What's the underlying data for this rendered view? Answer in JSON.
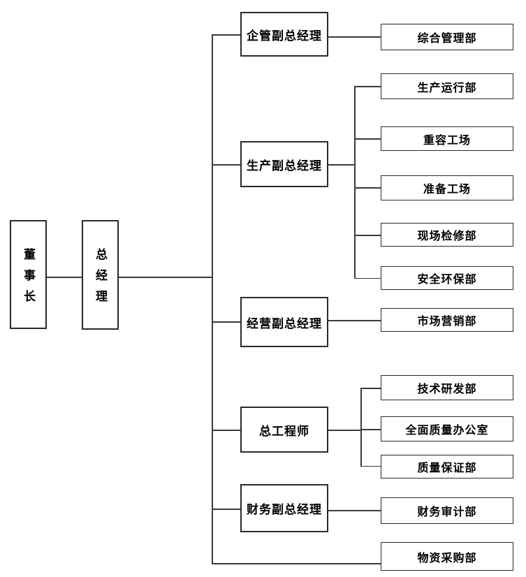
{
  "org_chart": {
    "colors": {
      "bg": "#ffffff",
      "line": "#3a3a3a",
      "box_border": "#2a2a2a",
      "text": "#000000"
    },
    "chairman": {
      "label": "董事长"
    },
    "general_manager": {
      "label": "总经理"
    },
    "branches": [
      {
        "label": "企管副总经理",
        "departments": [
          "综合管理部"
        ]
      },
      {
        "label": "生产副总经理",
        "departments": [
          "生产运行部",
          "重容工场",
          "准备工场",
          "现场检修部",
          "安全环保部"
        ]
      },
      {
        "label": "经营副总经理",
        "departments": [
          "市场营销部"
        ]
      },
      {
        "label": "总工程师",
        "departments": [
          "技术研发部",
          "全面质量办公室",
          "质量保证部"
        ]
      },
      {
        "label": "财务副总经理",
        "departments": [
          "财务审计部"
        ]
      }
    ],
    "direct_departments": [
      "物资采购部"
    ]
  }
}
